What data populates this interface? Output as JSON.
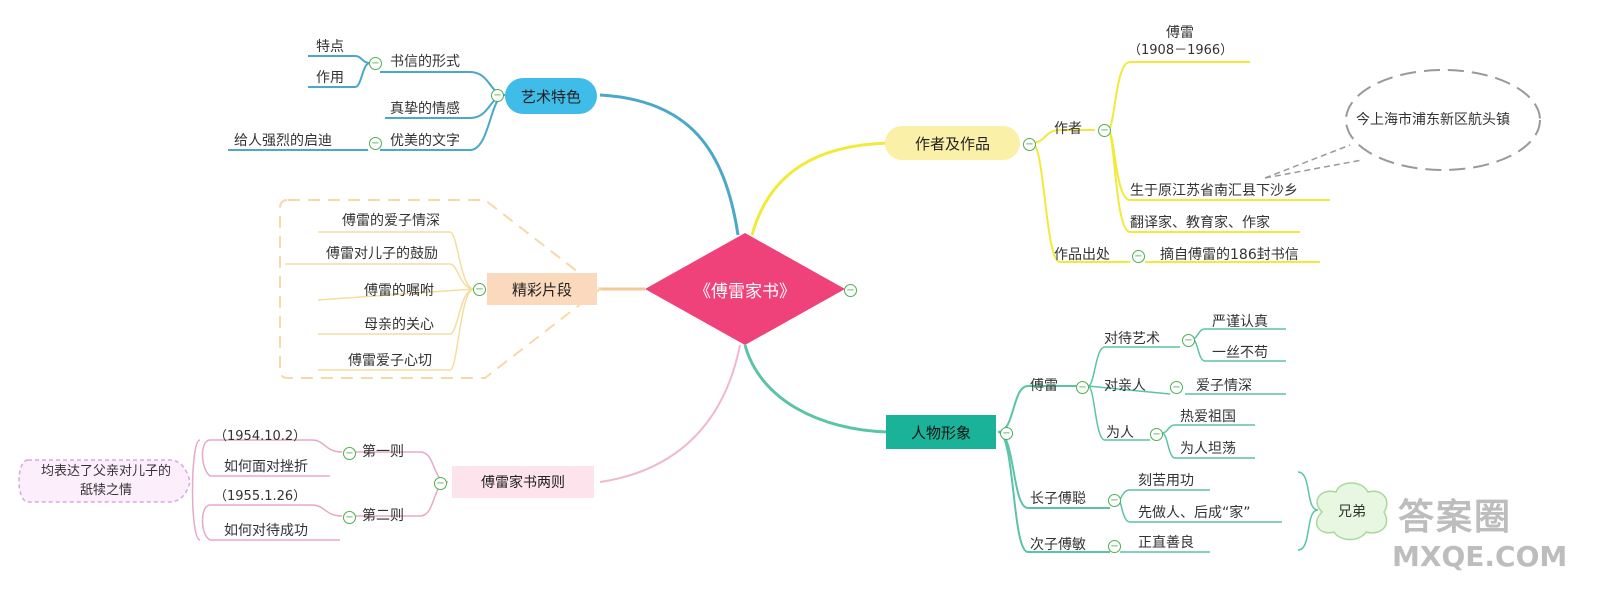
{
  "center": {
    "title": "《傅雷家书》"
  },
  "art": {
    "title": "艺术特色",
    "letter_form": "书信的形式",
    "feature": "特点",
    "use": "作用",
    "sincere": "真挚的情感",
    "beautiful": "优美的文字",
    "inspire": "给人强烈的启迪"
  },
  "excerpts": {
    "title": "精彩片段",
    "items": [
      "傅雷的爱子情深",
      "傅雷对儿子的鼓励",
      "傅雷的嘱咐",
      "母亲的关心",
      "傅雷爱子心切"
    ]
  },
  "letters": {
    "title": "傅雷家书两则",
    "first": "第一则",
    "first_date": "（1954.10.2）",
    "first_topic": "如何面对挫折",
    "second": "第二则",
    "second_date": "（1955.1.26）",
    "second_topic": "如何对待成功",
    "summary": "均表达了父亲对儿子的舐犊之情"
  },
  "author": {
    "title": "作者及作品",
    "author_label": "作者",
    "name": "傅雷",
    "years": "（1908－1966）",
    "born": "生于原江苏省南汇县下沙乡",
    "today": "今上海市浦东新区航头镇",
    "jobs": "翻译家、教育家、作家",
    "source_label": "作品出处",
    "source": "摘自傅雷的186封书信"
  },
  "people": {
    "title": "人物形象",
    "fulei": "傅雷",
    "art_attitude": "对待艺术",
    "strict": "严谨认真",
    "meticulous": "一丝不苟",
    "family": "对亲人",
    "love": "爱子情深",
    "person": "为人",
    "patriot": "热爱祖国",
    "open": "为人坦荡",
    "elder": "长子傅聪",
    "hardwork": "刻苦用功",
    "first_person": "先做人、后成“家”",
    "younger": "次子傅敏",
    "upright": "正直善良",
    "brothers": "兄弟"
  },
  "watermark": {
    "line1": "答案圈",
    "line2": "MXQE.COM"
  }
}
